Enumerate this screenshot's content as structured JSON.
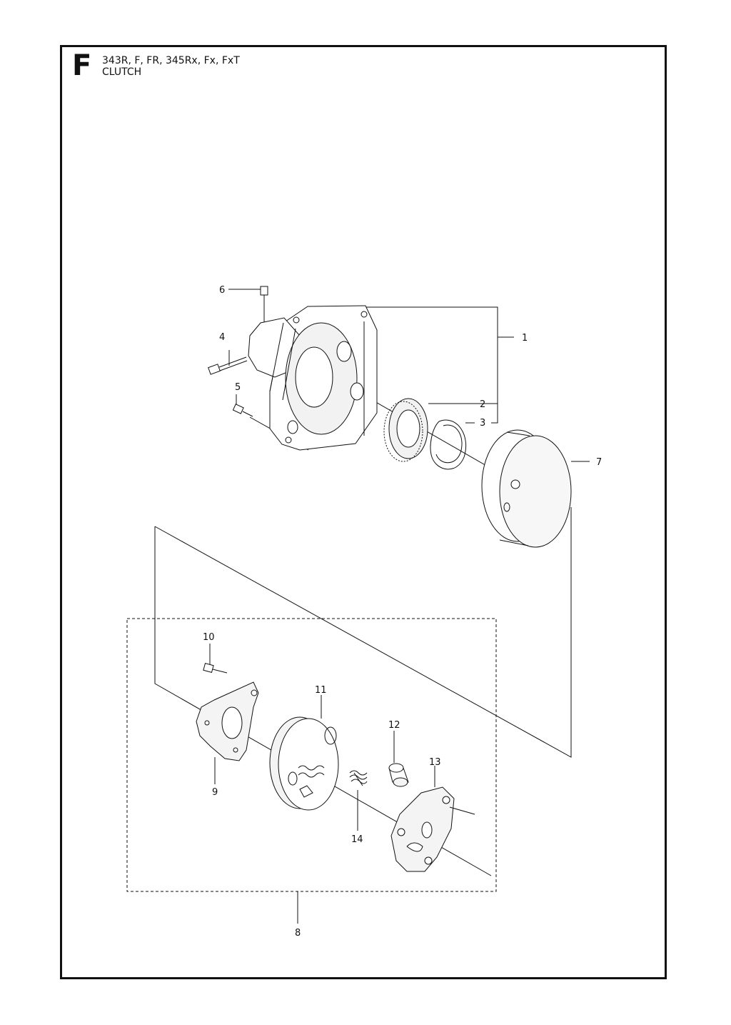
{
  "header": {
    "section_letter": "F",
    "models": "343R, F, FR, 345Rx, Fx, FxT",
    "section_name": "CLUTCH"
  },
  "callouts": {
    "c1": "1",
    "c2": "2",
    "c3": "3",
    "c4": "4",
    "c5": "5",
    "c6": "6",
    "c7": "7",
    "c8": "8",
    "c9": "9",
    "c10": "10",
    "c11": "11",
    "c12": "12",
    "c13": "13",
    "c14": "14"
  },
  "colors": {
    "ink": "#111111",
    "part_shade": "#e6e6e6"
  }
}
